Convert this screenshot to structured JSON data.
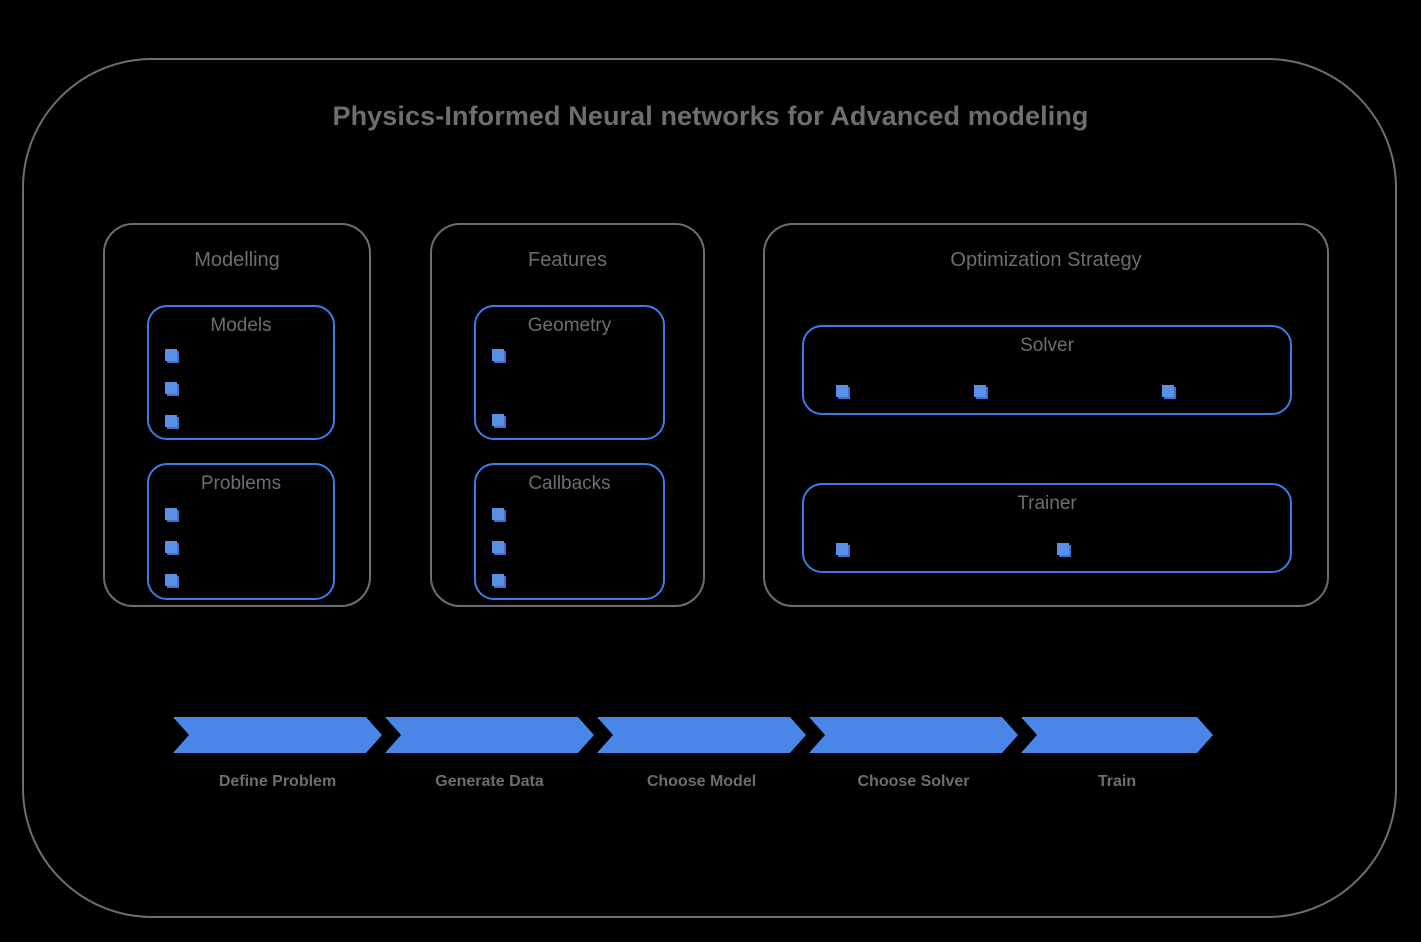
{
  "diagram": {
    "title": "Physics-Informed Neural networks for Advanced modeling",
    "type": "architecture-block-diagram",
    "colors": {
      "background": "#000000",
      "frame_stroke": "#6e6e6e",
      "text": "#6e6e6e",
      "accent_blue": "#3d7ce8",
      "bullet_blue": "#5a8fe8",
      "arrow_blue": "#4a86e8"
    }
  },
  "groups": [
    {
      "id": "modelling",
      "label": "Modelling",
      "subgroups": [
        {
          "id": "models",
          "label": "Models",
          "bullet_count": 3,
          "bullet_layout": "vertical"
        },
        {
          "id": "problems",
          "label": "Problems",
          "bullet_count": 3,
          "bullet_layout": "vertical"
        }
      ]
    },
    {
      "id": "features",
      "label": "Features",
      "subgroups": [
        {
          "id": "geometry",
          "label": "Geometry",
          "bullet_count": 2,
          "bullet_layout": "vertical"
        },
        {
          "id": "callbacks",
          "label": "Callbacks",
          "bullet_count": 3,
          "bullet_layout": "vertical"
        }
      ]
    },
    {
      "id": "optimization-strategy",
      "label": "Optimization Strategy",
      "subgroups": [
        {
          "id": "solver",
          "label": "Solver",
          "bullet_count": 3,
          "bullet_layout": "horizontal"
        },
        {
          "id": "trainer",
          "label": "Trainer",
          "bullet_count": 2,
          "bullet_layout": "horizontal"
        }
      ]
    }
  ],
  "workflow": {
    "steps": [
      {
        "index": 1,
        "label": "Define Problem"
      },
      {
        "index": 2,
        "label": "Generate Data"
      },
      {
        "index": 3,
        "label": "Choose Model"
      },
      {
        "index": 4,
        "label": "Choose Solver"
      },
      {
        "index": 5,
        "label": "Train"
      }
    ]
  }
}
